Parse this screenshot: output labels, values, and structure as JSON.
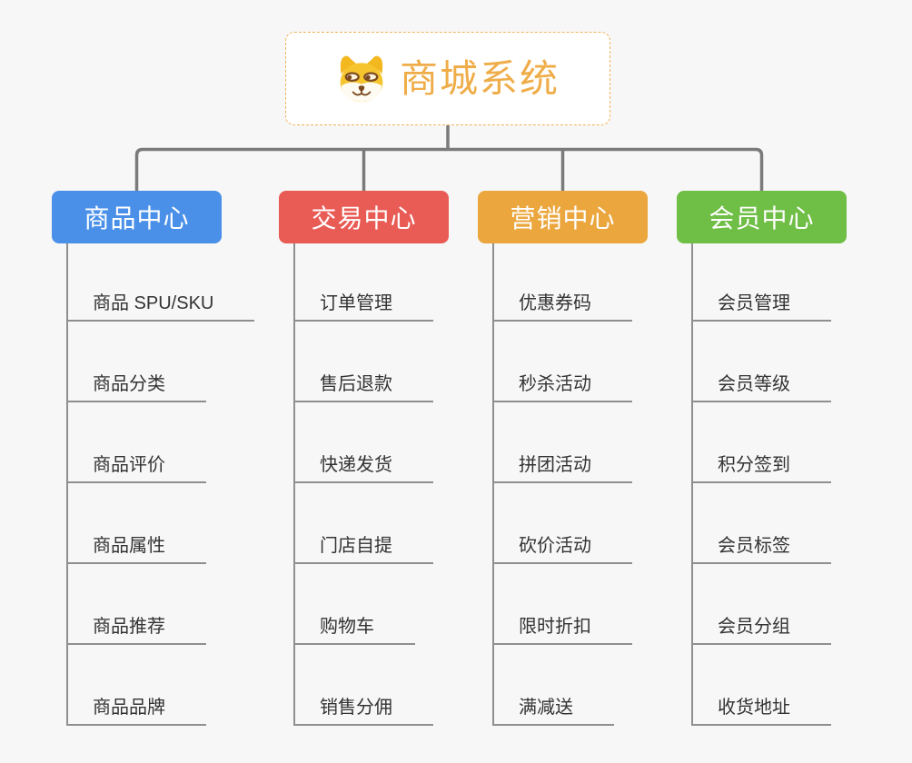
{
  "root": {
    "title": "商城系统",
    "icon": "doge-icon",
    "text_color": "#EFAD49",
    "border_color": "#F2B15A",
    "background": "#FFFFFF"
  },
  "colors": {
    "background": "#F7F7F7",
    "connector": "#7A7A7A",
    "child_line": "#8F8F8F",
    "child_text": "#333333",
    "header_text": "#FFFFFF"
  },
  "branches": [
    {
      "label": "商品中心",
      "color": "#4A90E8",
      "children": [
        "商品 SPU/SKU",
        "商品分类",
        "商品评价",
        "商品属性",
        "商品推荐",
        "商品品牌"
      ]
    },
    {
      "label": "交易中心",
      "color": "#E95B55",
      "children": [
        "订单管理",
        "售后退款",
        "快递发货",
        "门店自提",
        "购物车",
        "销售分佣"
      ]
    },
    {
      "label": "营销中心",
      "color": "#EBA63D",
      "children": [
        "优惠券码",
        "秒杀活动",
        "拼团活动",
        "砍价活动",
        "限时折扣",
        "满减送"
      ]
    },
    {
      "label": "会员中心",
      "color": "#6FBE45",
      "children": [
        "会员管理",
        "会员等级",
        "积分签到",
        "会员标签",
        "会员分组",
        "收货地址"
      ]
    }
  ]
}
